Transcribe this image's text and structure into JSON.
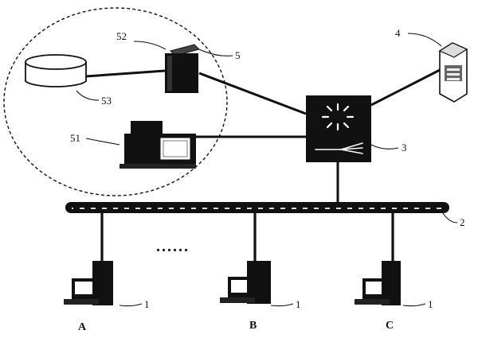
{
  "references": {
    "client_terminal": "1",
    "bus": "2",
    "switch": "3",
    "firewall": "4",
    "server_group": "5",
    "console": "51",
    "server": "52",
    "database": "53"
  },
  "bottom_labels": {
    "a": "A",
    "b": "B",
    "c": "C"
  },
  "ellipsis": "......",
  "colors": {
    "ink": "#111111",
    "bus_highlight": "#d9d9d9"
  },
  "icons": {
    "database": "cylinder-icon",
    "server": "tower-icon",
    "console": "monitor-icon",
    "switch": "switch-icon",
    "firewall": "firewall-icon",
    "client_terminal": "computer-icon"
  }
}
